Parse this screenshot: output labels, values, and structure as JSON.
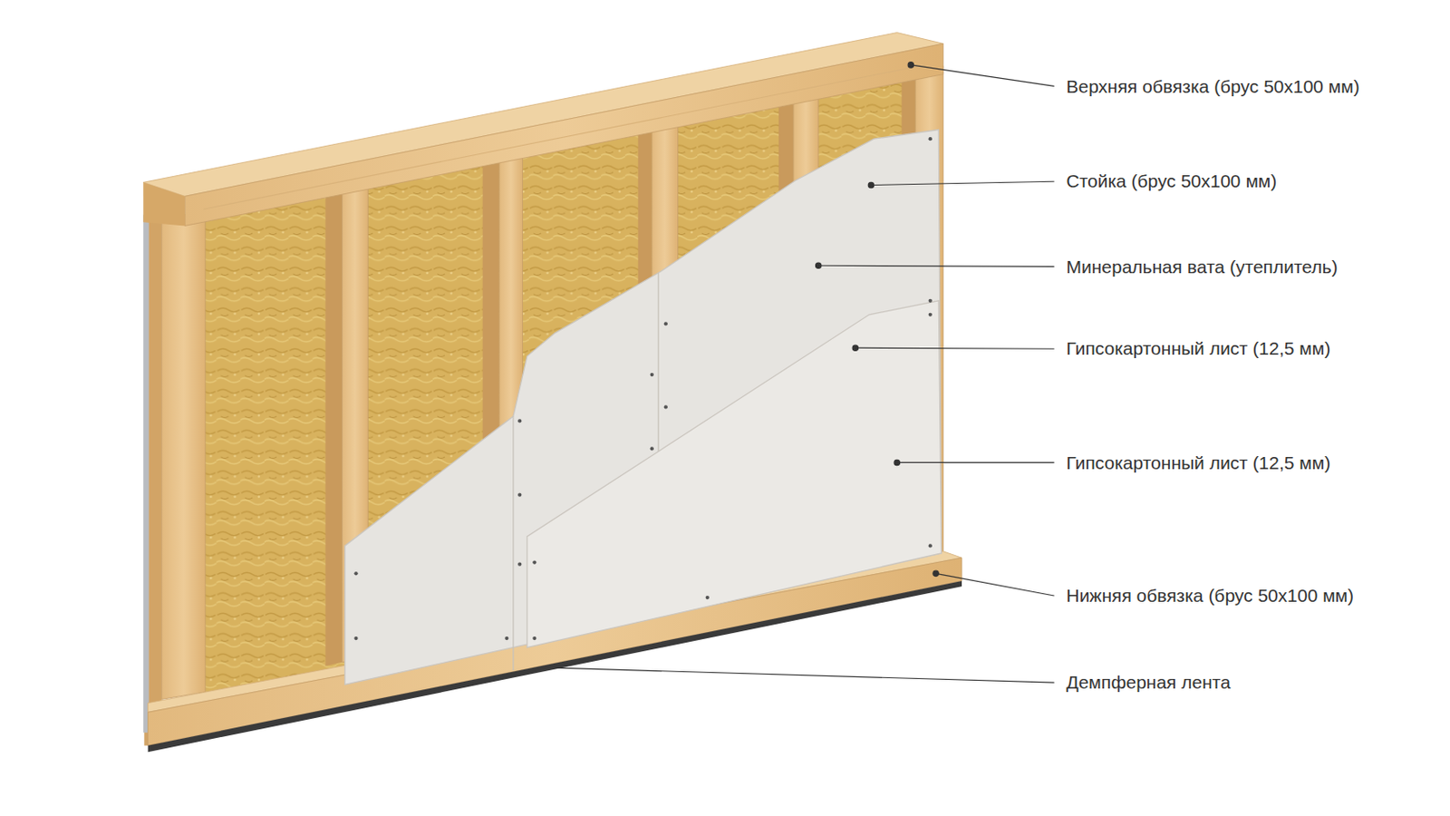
{
  "diagram": {
    "labels": [
      "Верхняя обвязка (брус 50х100 мм)",
      "Стойка (брус 50х100 мм)",
      "Минеральная вата (утеплитель)",
      "Гипсокартонный лист (12,5 мм)",
      "Гипсокартонный лист (12,5 мм)",
      "Нижняя обвязка (брус 50х100 мм)",
      "Демпферная лента"
    ]
  }
}
